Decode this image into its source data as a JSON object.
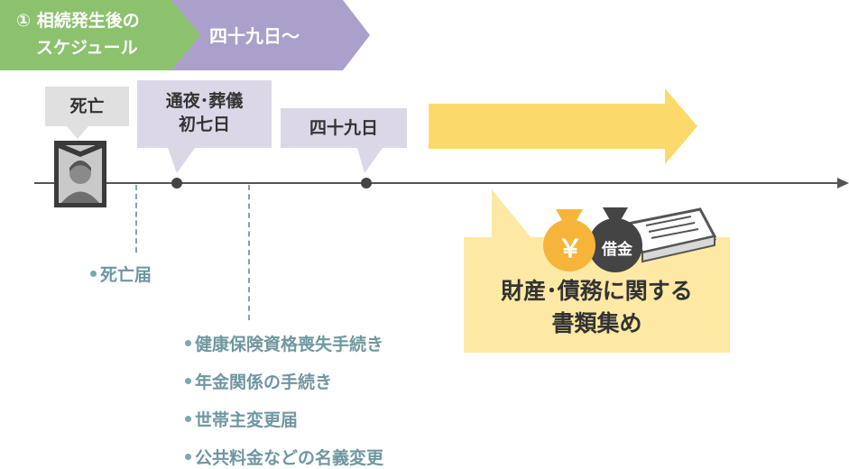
{
  "header": {
    "phase_label_line1": "① 相続発生後の",
    "phase_label_line2": "スケジュール",
    "period_label": "四十九日～",
    "phase_color": "#8cc26d",
    "period_color": "#aaa0cb"
  },
  "timeline": {
    "callouts": {
      "death": "死亡",
      "funeral_line1": "通夜･葬儀",
      "funeral_line2": "初七日",
      "day49": "四十九日"
    },
    "items": {
      "death_notice": "死亡届",
      "procedures": [
        "健康保険資格喪失手続き",
        "年金関係の手続き",
        "世帯主変更届",
        "公共料金などの名義変更"
      ]
    },
    "arrow_color": "#fcd96b",
    "line_color": "#555555"
  },
  "documents_box": {
    "line1": "財産･債務に関する",
    "line2": "書類集め",
    "yen_symbol": "￥",
    "debt_label": "借金",
    "icons": [
      "money-bag-yen-icon",
      "money-bag-debt-icon",
      "document-stack-icon"
    ]
  }
}
